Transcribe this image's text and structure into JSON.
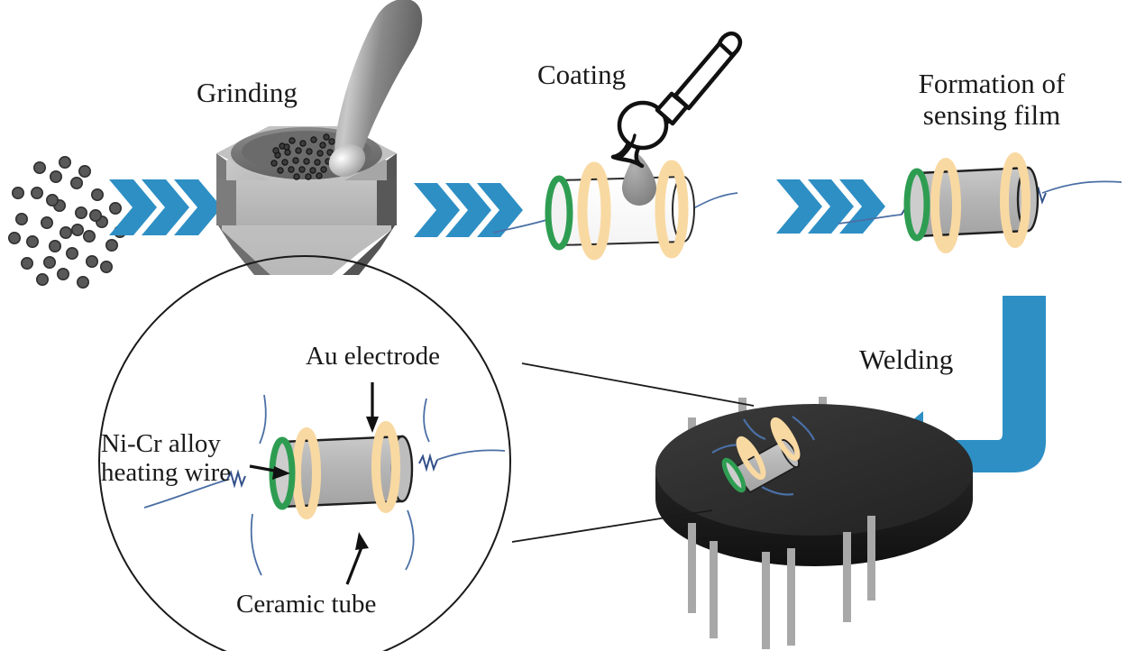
{
  "figure": {
    "title_semantic": "Gas sensor fabrication process flow",
    "background_color": "#ffffff"
  },
  "steps": [
    {
      "id": "powder",
      "label": "",
      "caption_visible": false
    },
    {
      "id": "grinding",
      "label": "Grinding",
      "caption_visible": true
    },
    {
      "id": "coating",
      "label": "Coating",
      "caption_visible": true
    },
    {
      "id": "formation",
      "label": "Formation of sensing film",
      "line1": "Formation of",
      "line2": "sensing film",
      "caption_visible": true
    },
    {
      "id": "welding",
      "label": "Welding",
      "caption_visible": true
    }
  ],
  "callouts": [
    {
      "id": "au-electrode",
      "label": "Au electrode"
    },
    {
      "id": "ni-cr-wire",
      "label": "Ni-Cr alloy heating wire",
      "line1": "Ni-Cr alloy",
      "line2": "heating wire"
    },
    {
      "id": "ceramic-tube",
      "label": "Ceramic tube"
    }
  ],
  "colors": {
    "arrow_blue": "#2E8FC4",
    "gold_electrode": "#F9D9A2",
    "green_ring": "#2E9D52",
    "ceramic_gray": "#B3B3B3",
    "ceramic_white": "#FFFFFF",
    "base_black": "#2B2B2B",
    "pin_gray": "#A8A8A8",
    "wire_blue": "#4A6FA5",
    "powder_gray": "#555555",
    "mortar_light": "#C9C9C9",
    "mortar_mid": "#A0A0A0",
    "mortar_dark": "#6E6E6E",
    "droplet_gray": "#8A8A8A",
    "outline_black": "#1a1a1a"
  },
  "counts": {
    "chevron_groups": 3,
    "chevrons_per_group": 3,
    "base_pins": 6,
    "gold_rings_per_tube": 2
  }
}
